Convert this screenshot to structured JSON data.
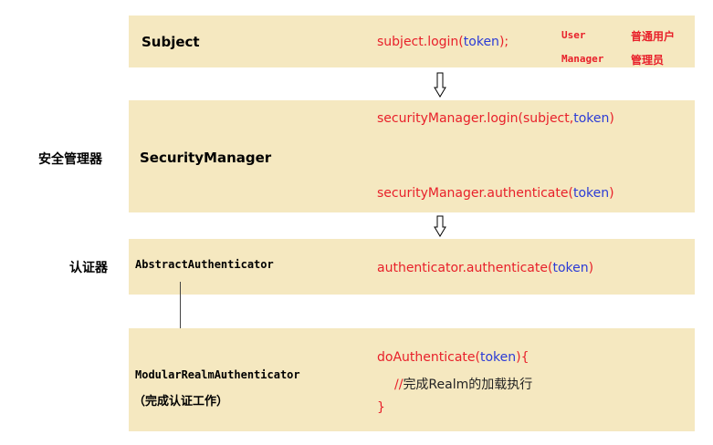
{
  "side_labels": {
    "security_manager": "安全管理器",
    "authenticator": "认证器"
  },
  "subject": {
    "name": "Subject",
    "code": {
      "obj": "subject",
      "method": ".login(",
      "arg": "token",
      "end": ");"
    },
    "roles": [
      {
        "en": "User",
        "cn": "普通用户"
      },
      {
        "en": "Manager",
        "cn": "管理员"
      }
    ]
  },
  "security_manager": {
    "name": "SecurityManager",
    "code1": {
      "call": "securityManager.login(subject,",
      "arg": "token",
      "end": ")"
    },
    "code2": {
      "call": "securityManager.authenticate(",
      "arg": "token",
      "end": ")"
    }
  },
  "abstract_authenticator": {
    "name": "AbstractAuthenticator",
    "code": {
      "call": "authenticator.authenticate(",
      "arg": "token",
      "end": ")"
    }
  },
  "modular_realm_authenticator": {
    "name": "ModularRealmAuthenticator",
    "note": "（完成认证工作）",
    "code1": {
      "call": "doAuthenticate(",
      "arg": "token",
      "end": "){"
    },
    "code2": {
      "slashes": "//",
      "comment": "完成Realm的加载执行"
    },
    "code3": "}"
  },
  "colors": {
    "box": "#f5e8c0",
    "red": "#e8202a",
    "blue": "#2b3bd6"
  }
}
